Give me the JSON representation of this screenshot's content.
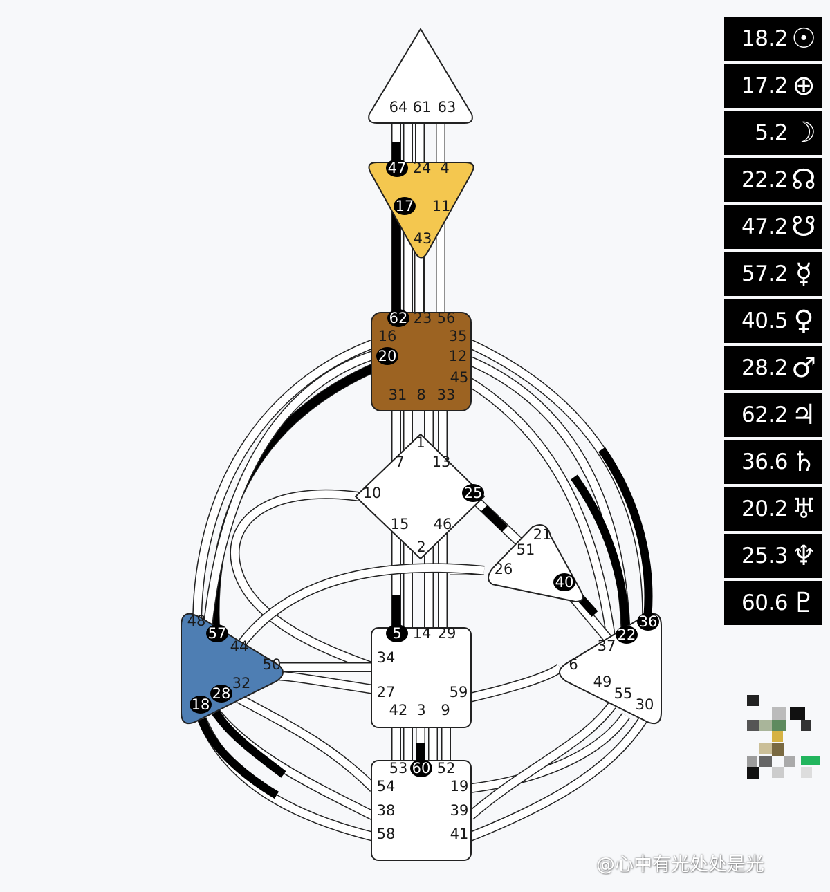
{
  "colors": {
    "head": "#ffffff",
    "ajna": "#f4c74f",
    "throat": "#9c6322",
    "g_center": "#ffffff",
    "heart": "#ffffff",
    "sacral": "#ffffff",
    "root": "#ffffff",
    "spleen": "#4e7eb3",
    "solar_plexus": "#ffffff",
    "channel_active": "#000000",
    "channel_inactive": "#ffffff",
    "panel_background": "#000000"
  },
  "centers": {
    "head": {
      "gates": [
        "64",
        "61",
        "63"
      ],
      "active_gates": []
    },
    "ajna": {
      "gates": [
        "47",
        "24",
        "4",
        "17",
        "11",
        "43"
      ],
      "active_gates": [
        "47",
        "17"
      ]
    },
    "throat": {
      "gates": [
        "62",
        "23",
        "56",
        "16",
        "35",
        "20",
        "12",
        "45",
        "31",
        "8",
        "33"
      ],
      "active_gates": [
        "62",
        "20"
      ]
    },
    "g_center": {
      "gates": [
        "1",
        "7",
        "13",
        "10",
        "25",
        "15",
        "46",
        "2"
      ],
      "active_gates": [
        "25"
      ]
    },
    "heart": {
      "gates": [
        "21",
        "51",
        "26",
        "40"
      ],
      "active_gates": [
        "40"
      ]
    },
    "sacral": {
      "gates": [
        "5",
        "14",
        "29",
        "34",
        "27",
        "59",
        "42",
        "3",
        "9"
      ],
      "active_gates": [
        "5"
      ]
    },
    "root": {
      "gates": [
        "53",
        "60",
        "52",
        "54",
        "19",
        "38",
        "39",
        "58",
        "41"
      ],
      "active_gates": [
        "60"
      ]
    },
    "spleen": {
      "gates": [
        "48",
        "57",
        "44",
        "50",
        "32",
        "28",
        "18"
      ],
      "active_gates": [
        "57",
        "28",
        "18"
      ]
    },
    "solar_plexus": {
      "gates": [
        "36",
        "22",
        "37",
        "6",
        "49",
        "55",
        "30"
      ],
      "active_gates": [
        "36",
        "22"
      ]
    }
  },
  "planets": [
    {
      "value": "18.2",
      "symbol": "☉",
      "icon": "sun-icon"
    },
    {
      "value": "17.2",
      "symbol": "⊕",
      "icon": "earth-icon"
    },
    {
      "value": "5.2",
      "symbol": "☽",
      "icon": "moon-icon"
    },
    {
      "value": "22.2",
      "symbol": "☊",
      "icon": "north-node-icon"
    },
    {
      "value": "47.2",
      "symbol": "☋",
      "icon": "south-node-icon"
    },
    {
      "value": "57.2",
      "symbol": "☿",
      "icon": "mercury-icon"
    },
    {
      "value": "40.5",
      "symbol": "♀",
      "icon": "venus-icon"
    },
    {
      "value": "28.2",
      "symbol": "♂",
      "icon": "mars-icon"
    },
    {
      "value": "62.2",
      "symbol": "♃",
      "icon": "jupiter-icon"
    },
    {
      "value": "36.6",
      "symbol": "♄",
      "icon": "saturn-icon"
    },
    {
      "value": "20.2",
      "symbol": "♅",
      "icon": "uranus-icon"
    },
    {
      "value": "25.3",
      "symbol": "♆",
      "icon": "neptune-icon"
    },
    {
      "value": "60.6",
      "symbol": "♇",
      "icon": "pluto-icon"
    }
  ],
  "watermark": "@心中有光处处是光"
}
